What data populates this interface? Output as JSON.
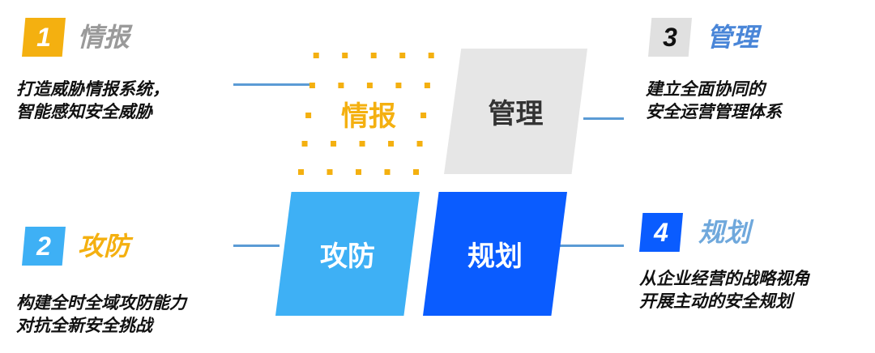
{
  "colors": {
    "orange": "#F4B010",
    "gray_title": "#9A9A9A",
    "light_blue": "#3EB0F5",
    "blue": "#0A5CFF",
    "mid_blue": "#4A86D8",
    "pale_blue": "#6FA8DC",
    "panel_gray": "#E6E6E6",
    "line": "#5B9BD5"
  },
  "items": [
    {
      "number": "1",
      "title": "情报",
      "desc": [
        "打造威胁情报系统，",
        "智能感知安全威胁"
      ]
    },
    {
      "number": "2",
      "title": "攻防",
      "desc": [
        "构建全时全域攻防能力",
        "对抗全新安全挑战"
      ]
    },
    {
      "number": "3",
      "title": "管理",
      "desc": [
        "建立全面协同的",
        "安全运营管理体系"
      ]
    },
    {
      "number": "4",
      "title": "规划",
      "desc": [
        "从企业经营的战略视角",
        "开展主动的安全规划"
      ]
    }
  ],
  "panels": {
    "intel": "情报",
    "manage": "管理",
    "attack_defense": "攻防",
    "planning": "规划"
  }
}
